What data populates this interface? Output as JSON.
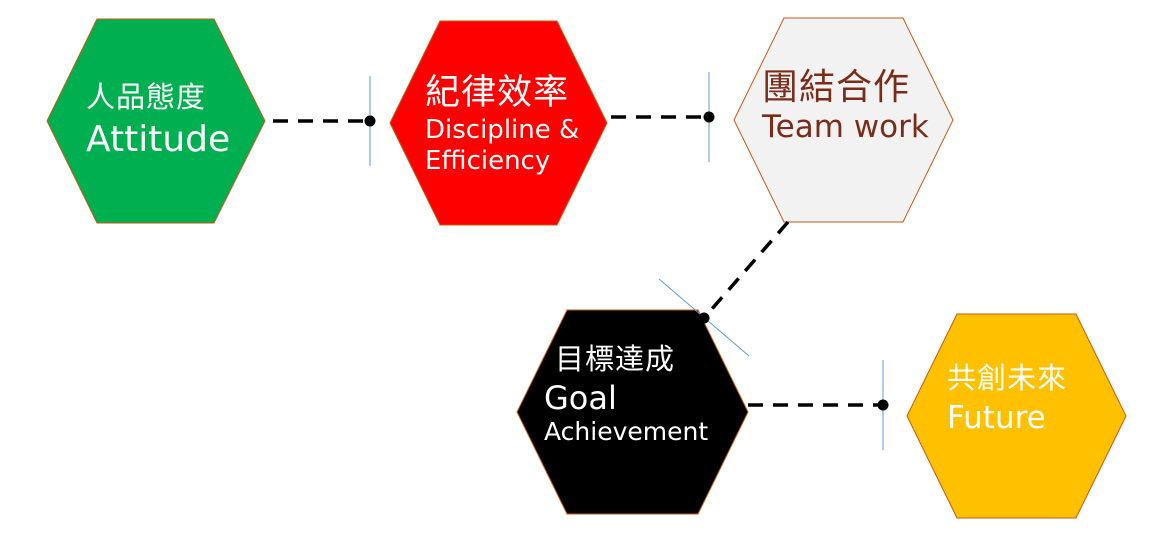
{
  "diagram": {
    "nodes": [
      {
        "id": "attitude",
        "zh": "人品態度",
        "en": [
          "Attitude"
        ],
        "fill": "#00b050",
        "text_color": "#ffffff"
      },
      {
        "id": "discipline",
        "zh": "紀律效率",
        "en": [
          "Discipline &",
          "Efficiency"
        ],
        "fill": "#ff0000",
        "text_color": "#ffffff"
      },
      {
        "id": "teamwork",
        "zh": "團結合作",
        "en": [
          "Team work"
        ],
        "fill": "#f2f2f2",
        "text_color": "#7b2c18"
      },
      {
        "id": "goal",
        "zh": "目標達成",
        "en": [
          "Goal",
          "Achievement"
        ],
        "fill": "#000000",
        "text_color": "#ffffff"
      },
      {
        "id": "future",
        "zh": "共創未來",
        "en": [
          "Future"
        ],
        "fill": "#ffc000",
        "text_color": "#ffffff"
      }
    ],
    "edges": [
      {
        "from": "attitude",
        "to": "discipline",
        "style": "dashed"
      },
      {
        "from": "discipline",
        "to": "teamwork",
        "style": "dashed"
      },
      {
        "from": "teamwork",
        "to": "goal",
        "style": "dashed"
      },
      {
        "from": "goal",
        "to": "future",
        "style": "dashed"
      }
    ],
    "colors": {
      "outline": "#c55a11",
      "connector": "#000000",
      "guide": "#5b9bd5"
    }
  }
}
